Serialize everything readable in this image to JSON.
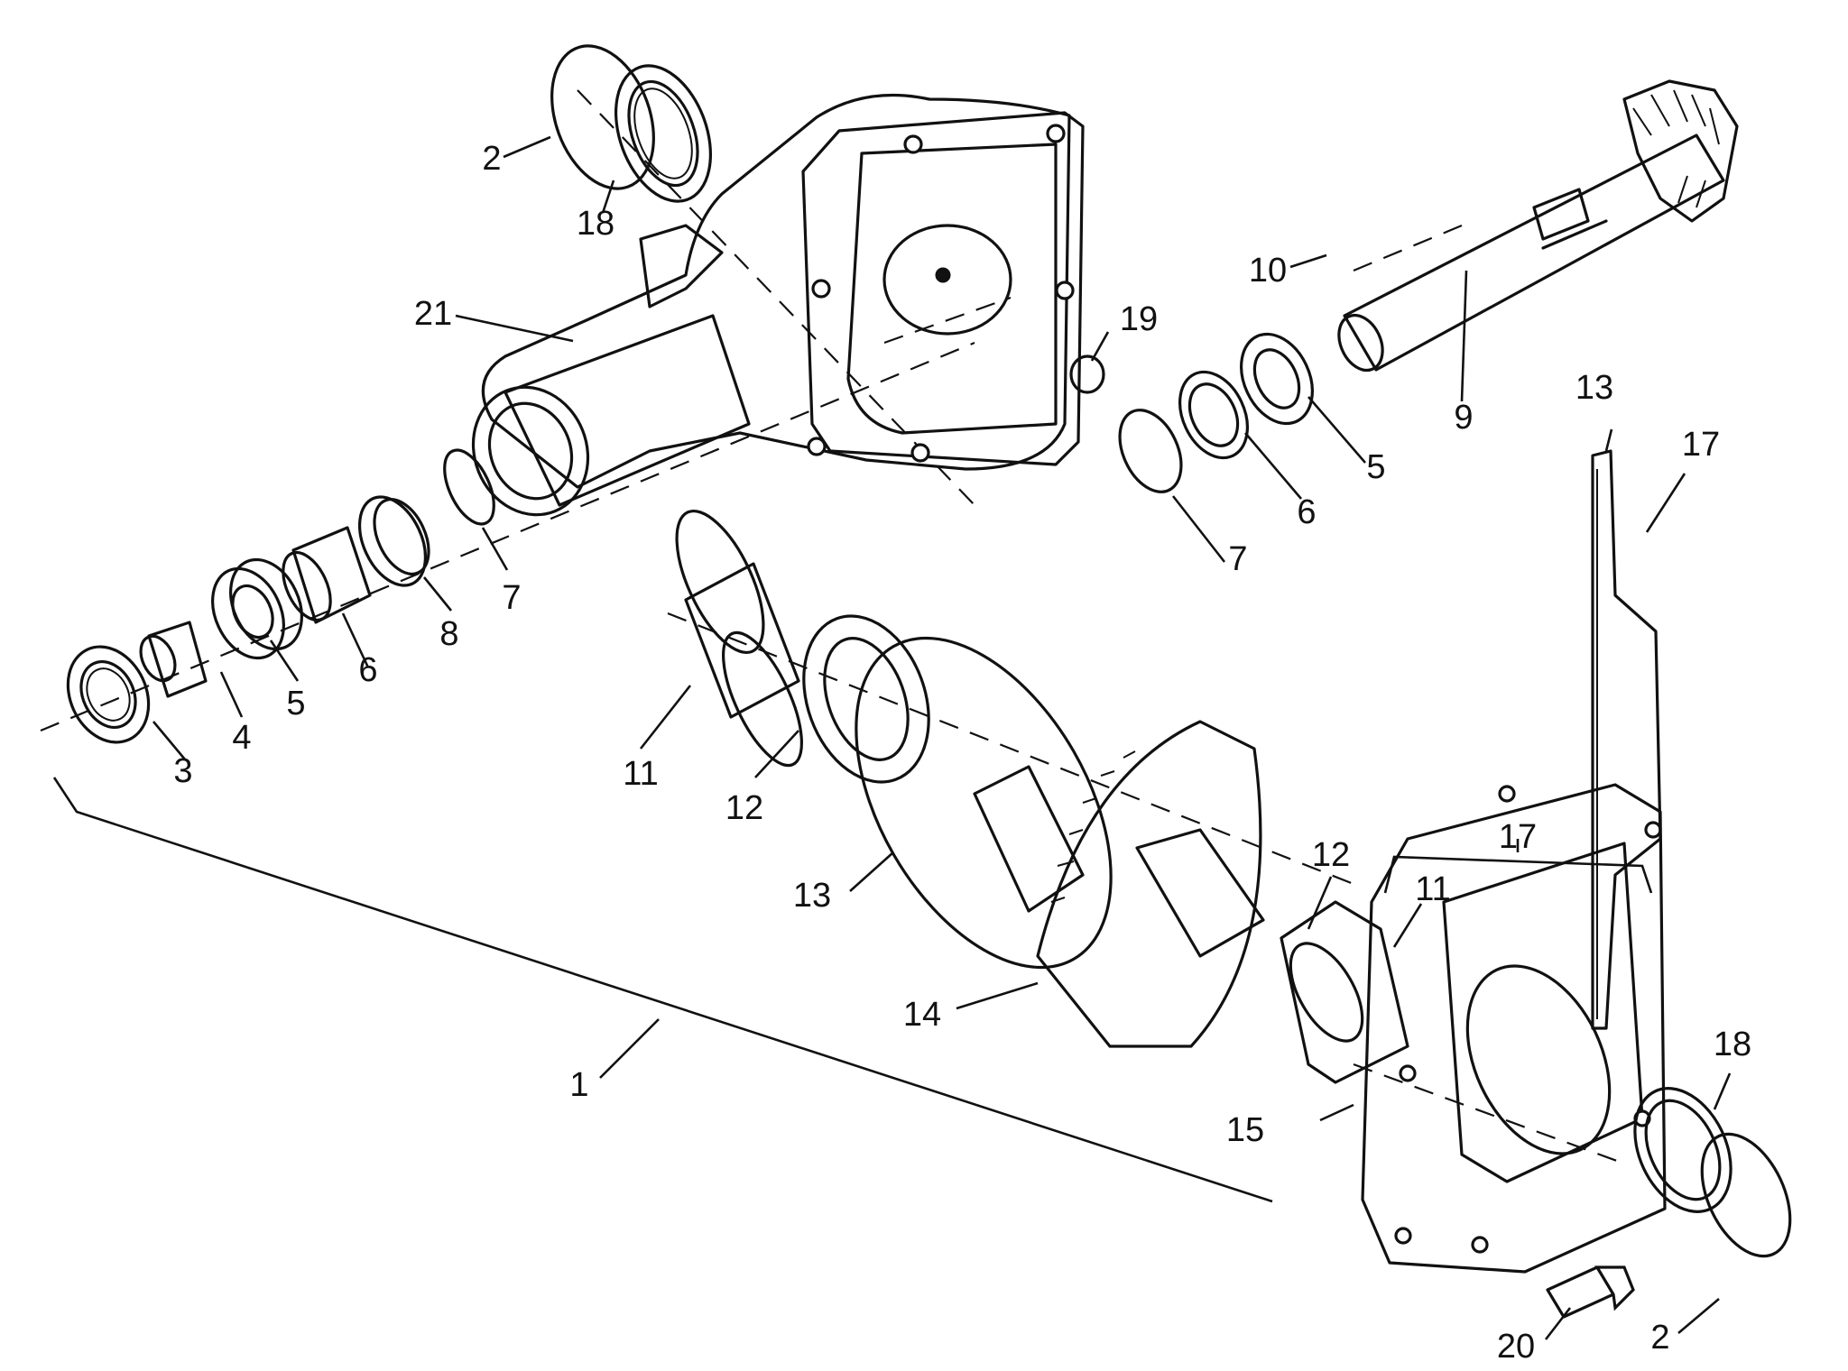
{
  "callouts": [
    "1",
    "2",
    "3",
    "4",
    "5",
    "6",
    "7",
    "8",
    "9",
    "10",
    "11",
    "12",
    "13",
    "14",
    "15",
    "17",
    "18",
    "19",
    "20",
    "21",
    "2",
    "5",
    "6",
    "7",
    "11",
    "12",
    "13",
    "17",
    "18"
  ]
}
